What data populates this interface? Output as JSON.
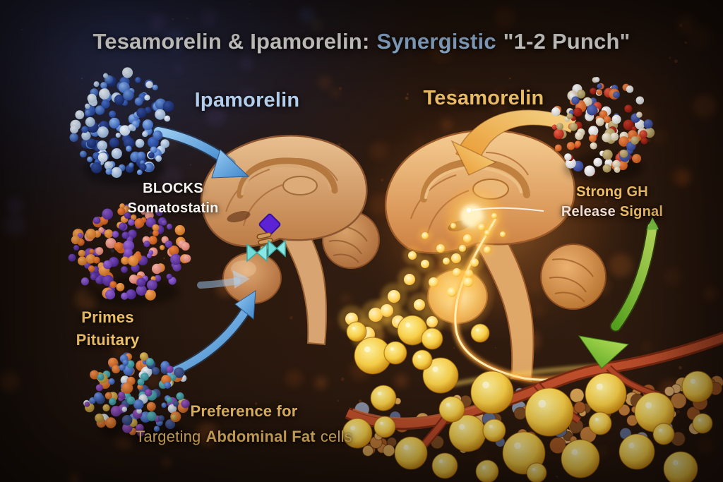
{
  "title": {
    "part1": "Tesamorelin & Ipamorelin:",
    "part2": "Synergistic",
    "part3": "\"1-2 Punch\""
  },
  "left_panel": {
    "heading": "Ipamorelin",
    "blocks": {
      "line1": "BLOCKS",
      "line2": "Somatostatin"
    },
    "primes": {
      "line1": "Primes",
      "line2": "Pituitary"
    },
    "preference": {
      "line1": "Preference for",
      "line2_prefix": "Targeting",
      "line2_bold": "Abdominal Fat",
      "line2_suffix": "cells"
    }
  },
  "right_panel": {
    "heading": "Tesamorelin",
    "gh_signal": {
      "line1": "Strong GH",
      "line2_word1": "Release",
      "line2_word2": "Signal"
    }
  },
  "colors": {
    "background_dark": "#1c1210",
    "title_white": "#f4f1ec",
    "synergistic_blue": "#9fc2e8",
    "ipamorelin_blue": "#b9d4f2",
    "gold": "#f2c268",
    "cream": "#f2e0d6",
    "arrow_blue": "#66aee6",
    "arrow_orange": "#f2b257",
    "arrow_green": "#7ed23c",
    "fat_yellow": "#f6cf45",
    "vessel_red": "#bf4e2c"
  },
  "figures": [
    {
      "name": "ipamorelin-molecule",
      "depicts": "blue sphere-cluster peptide molecule"
    },
    {
      "name": "somatostatin-blocker-molecule",
      "depicts": "purple and orange sphere-cluster molecule"
    },
    {
      "name": "pituitary-priming-molecule",
      "depicts": "multicolored sphere-cluster molecule"
    },
    {
      "name": "tesamorelin-molecule",
      "depicts": "red, white and blue sphere-cluster molecule"
    },
    {
      "name": "brain-left-diagram",
      "depicts": "sagittal brain section with blocked somatostatin and pituitary gland"
    },
    {
      "name": "brain-right-diagram",
      "depicts": "glowing sagittal brain section releasing growth hormone"
    },
    {
      "name": "gh-particle-stream",
      "depicts": "glowing yellow growth-hormone particles"
    },
    {
      "name": "abdominal-fat-cells",
      "depicts": "yellow fat cells with red blood vessel"
    },
    {
      "name": "blue-arrows",
      "depicts": "arrows from Ipamorelin molecules to brain and pituitary"
    },
    {
      "name": "orange-arrow",
      "depicts": "arrow from Tesamorelin molecule into hypothalamus"
    },
    {
      "name": "green-arrow",
      "depicts": "arrow from GH release signal down to fat cells"
    }
  ]
}
